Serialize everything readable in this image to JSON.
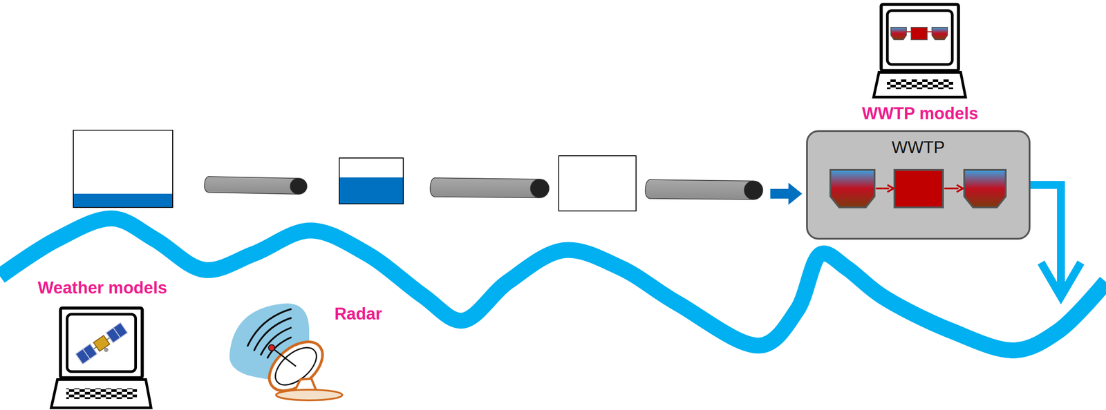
{
  "diagram": {
    "nodes": [
      {
        "text": [
          "WWTP"
        ]
      }
    ],
    "labels": [
      "Weather models",
      "Radar",
      "WWTP models"
    ]
  }
}
